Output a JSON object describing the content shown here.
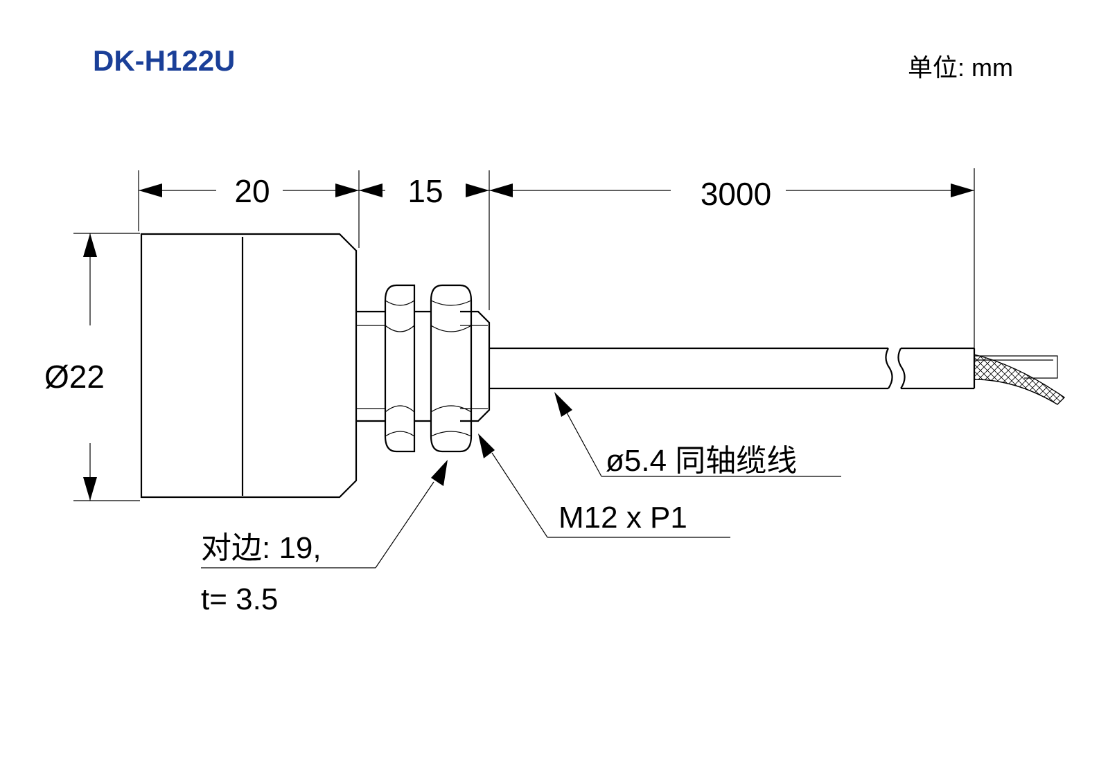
{
  "title": "DK-H122U",
  "unit_label": "单位: mm",
  "dimensions": {
    "body_length": "20",
    "thread_length": "15",
    "cable_length": "3000",
    "body_diameter": "Ø22"
  },
  "callouts": {
    "cable": "ø5.4 同轴缆线",
    "thread": "M12 x P1",
    "nut_line1": "对边: 19,",
    "nut_line2": "t= 3.5"
  },
  "colors": {
    "title": "#1a3f98",
    "line": "#000000"
  }
}
